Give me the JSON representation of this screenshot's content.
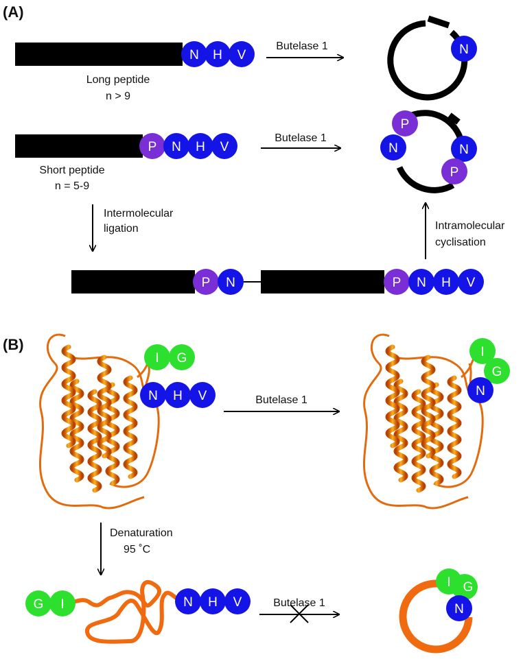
{
  "panels": {
    "a": "(A)",
    "b": "(B)"
  },
  "enzyme": "Butelase 1",
  "long_peptide": {
    "label": "Long peptide",
    "n": "n > 9"
  },
  "short_peptide": {
    "label": "Short peptide",
    "n": "n = 5-9"
  },
  "steps": {
    "inter_1": "Intermolecular",
    "inter_2": "ligation",
    "intra_1": "Intramolecular",
    "intra_2": "cyclisation",
    "denat_1": "Denaturation",
    "denat_2": "95 ˚C"
  },
  "residues": {
    "N": "N",
    "H": "H",
    "V": "V",
    "P": "P",
    "I": "I",
    "G": "G"
  },
  "colors": {
    "blue": "#1414e6",
    "purple": "#7a2fd6",
    "green": "#2ee02e",
    "orange": "#f06a10",
    "black": "#000000"
  }
}
